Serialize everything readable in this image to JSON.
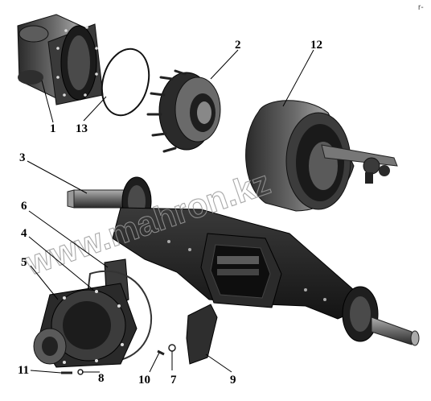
{
  "watermark": "www.mahron.kz",
  "corner_mark": "r-",
  "callouts": [
    {
      "id": "1",
      "label": "1"
    },
    {
      "id": "2",
      "label": "2"
    },
    {
      "id": "3",
      "label": "3"
    },
    {
      "id": "4",
      "label": "4"
    },
    {
      "id": "5",
      "label": "5"
    },
    {
      "id": "6",
      "label": "6"
    },
    {
      "id": "7",
      "label": "7"
    },
    {
      "id": "8",
      "label": "8"
    },
    {
      "id": "9",
      "label": "9"
    },
    {
      "id": "10",
      "label": "10"
    },
    {
      "id": "11",
      "label": "11"
    },
    {
      "id": "12",
      "label": "12"
    },
    {
      "id": "13",
      "label": "13"
    }
  ],
  "colors": {
    "metal_dark": "#1e1e1e",
    "metal_mid": "#555555",
    "metal_light": "#8a8a8a",
    "highlight": "#c8c8c8",
    "watermark": "#9a9a9a"
  }
}
